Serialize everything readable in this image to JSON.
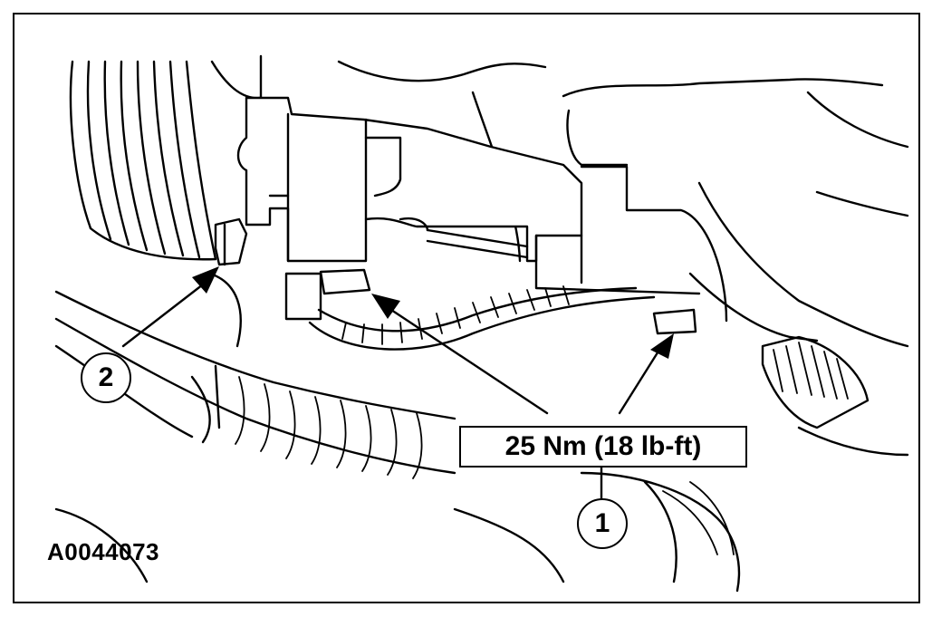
{
  "figure": {
    "id_label": "A0044073",
    "torque_spec": "25 Nm (18 lb-ft)",
    "callouts": [
      "2",
      "1"
    ]
  }
}
